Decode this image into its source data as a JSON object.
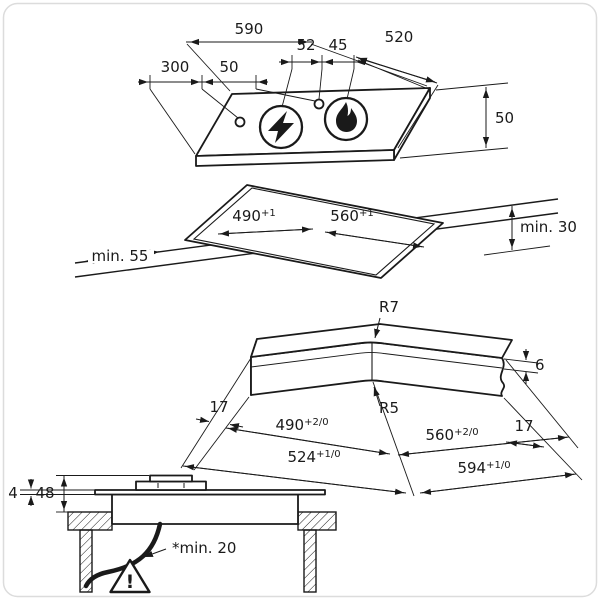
{
  "colors": {
    "line": "#1a1a1a",
    "background": "#ffffff",
    "frame_border": "#dcdcdc"
  },
  "icons": {
    "gas_burner": "flame-icon",
    "electric_ignition": "bolt-icon",
    "warning": "warning-triangle-icon"
  },
  "top_view": {
    "width": "590",
    "burner_offset_left": "52",
    "burner_offset_right": "45",
    "depth": "520",
    "control_offset": "300",
    "control_spacing": "50",
    "height": "50"
  },
  "cutout_view": {
    "cutout_width": "490",
    "cutout_width_tol": "+1",
    "cutout_depth": "560",
    "cutout_depth_tol": "+1",
    "front_clearance": "min. 55",
    "rear_clearance": "min. 30"
  },
  "corner_view": {
    "radius_top": "R7",
    "radius_bottom": "R5",
    "glass_thickness": "6",
    "overhang_left": "17",
    "overhang_right": "17",
    "cutout_width": "490",
    "cutout_width_tol": "+2/0",
    "cutout_depth": "560",
    "cutout_depth_tol": "+2/0",
    "outer_width": "524",
    "outer_width_tol": "+1/0",
    "outer_depth": "594",
    "outer_depth_tol": "+1/0"
  },
  "section_view": {
    "profile_height": "4",
    "total_height": "48",
    "min_clearance": "*min. 20",
    "warning_mark": "!"
  }
}
